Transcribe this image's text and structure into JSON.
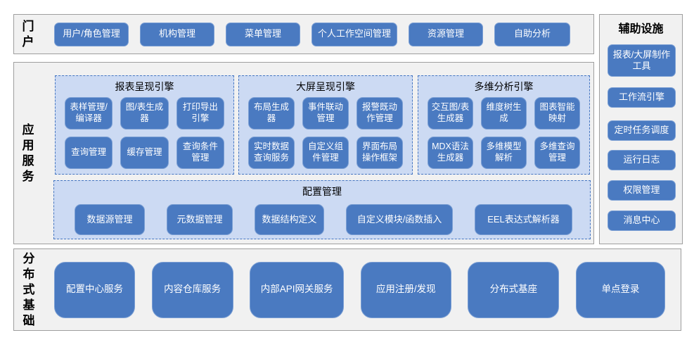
{
  "colors": {
    "button_fill": "#4a7ac1",
    "button_border": "#7b9fd4",
    "button_text": "#ffffff",
    "panel_fill": "#ccdaf3",
    "panel_border": "#4576c2",
    "section_fill": "#f1f1f1",
    "section_border": "#9e9e9e",
    "label_text": "#000000"
  },
  "portal": {
    "label": "门户",
    "buttons": [
      "用户/角色管理",
      "机构管理",
      "菜单管理",
      "个人工作空间管理",
      "资源管理",
      "自助分析"
    ]
  },
  "app_services": {
    "label": "应用服务",
    "engines": [
      {
        "title": "报表呈现引擎",
        "buttons": [
          "表样管理/编译器",
          "图/表生成器",
          "打印导出引擎",
          "查询管理",
          "缓存管理",
          "查询条件管理"
        ]
      },
      {
        "title": "大屏呈现引擎",
        "buttons": [
          "布局生成器",
          "事件联动管理",
          "报警既动作管理",
          "实时数据查询服务",
          "自定义组件管理",
          "界面布局操作框架"
        ]
      },
      {
        "title": "多维分析引擎",
        "buttons": [
          "交互图/表生成器",
          "维度树生成",
          "图表智能映射",
          "MDX语法生成器",
          "多维模型解析",
          "多维查询管理"
        ]
      }
    ],
    "config": {
      "title": "配置管理",
      "buttons": [
        "数据源管理",
        "元数据管理",
        "数据结构定义",
        "自定义模块/函数插入",
        "EEL表达式解析器"
      ]
    }
  },
  "auxiliary": {
    "title": "辅助设施",
    "buttons": [
      "报表/大屏制作工具",
      "工作流引擎",
      "定时任务调度",
      "运行日志",
      "权限管理",
      "消息中心"
    ]
  },
  "distributed": {
    "label": "分布式基础",
    "buttons": [
      "配置中心服务",
      "内容仓库服务",
      "内部API网关服务",
      "应用注册/发现",
      "分布式基座",
      "单点登录"
    ]
  }
}
